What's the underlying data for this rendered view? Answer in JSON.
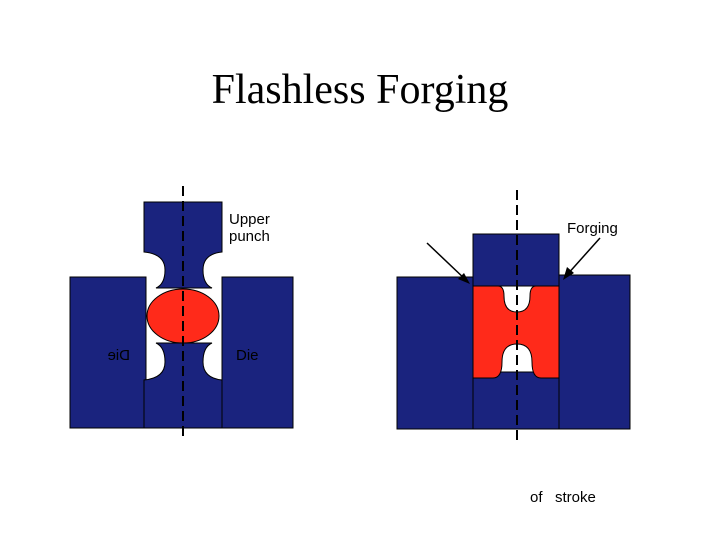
{
  "slide": {
    "title": "Flashless Forging"
  },
  "colors": {
    "die": "#1a237e",
    "workpiece": "#ff2a1a",
    "outline": "#000000",
    "background": "#ffffff"
  },
  "left_diagram": {
    "upper_punch_label_line1": "Upper",
    "upper_punch_label_line2": "punch",
    "die_left_label": "Die",
    "die_right_label": "Die"
  },
  "right_diagram": {
    "forging_label": "Forging",
    "stroke_label": "of   stroke"
  }
}
